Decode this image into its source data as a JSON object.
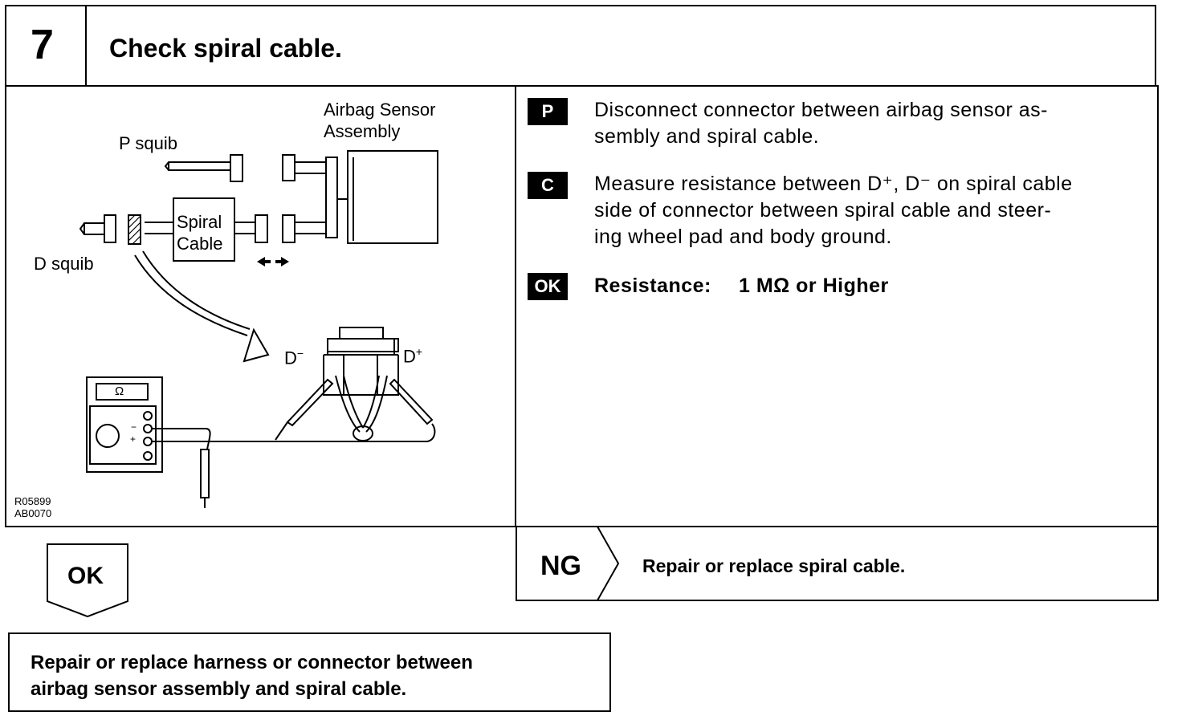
{
  "step": {
    "number": "7",
    "title": "Check spiral cable."
  },
  "diagram": {
    "label_airbag_sensor_line1": "Airbag Sensor",
    "label_airbag_sensor_line2": "Assembly",
    "label_p_squib": "P  squib",
    "label_d_squib": "D  squib",
    "label_spiral_line1": "Spiral",
    "label_spiral_line2": "Cable",
    "label_d_minus": "D",
    "label_d_minus_sup": "−",
    "label_d_plus": "D",
    "label_d_plus_sup": "+",
    "meter_display": "Ω",
    "meter_minus": "−",
    "meter_plus": "+",
    "code_line1": "R05899",
    "code_line2": "AB0070"
  },
  "instructions": [
    {
      "tag": "P",
      "line1": "Disconnect connector between airbag sensor as-",
      "line2": "sembly and spiral cable."
    },
    {
      "tag": "C",
      "line1": "Measure resistance between D⁺, D⁻ on spiral cable",
      "line2": "side of connector between spiral cable and steer-",
      "line3": "ing wheel pad and body ground."
    }
  ],
  "ok_spec": {
    "tag": "OK",
    "label": "Resistance:",
    "value": "1 MΩ or Higher"
  },
  "ng_result": {
    "label": "NG",
    "action": "Repair or replace spiral cable."
  },
  "ok_result": {
    "label": "OK",
    "action_line1": "Repair or replace harness or connector between",
    "action_line2": "airbag sensor assembly and spiral cable."
  }
}
